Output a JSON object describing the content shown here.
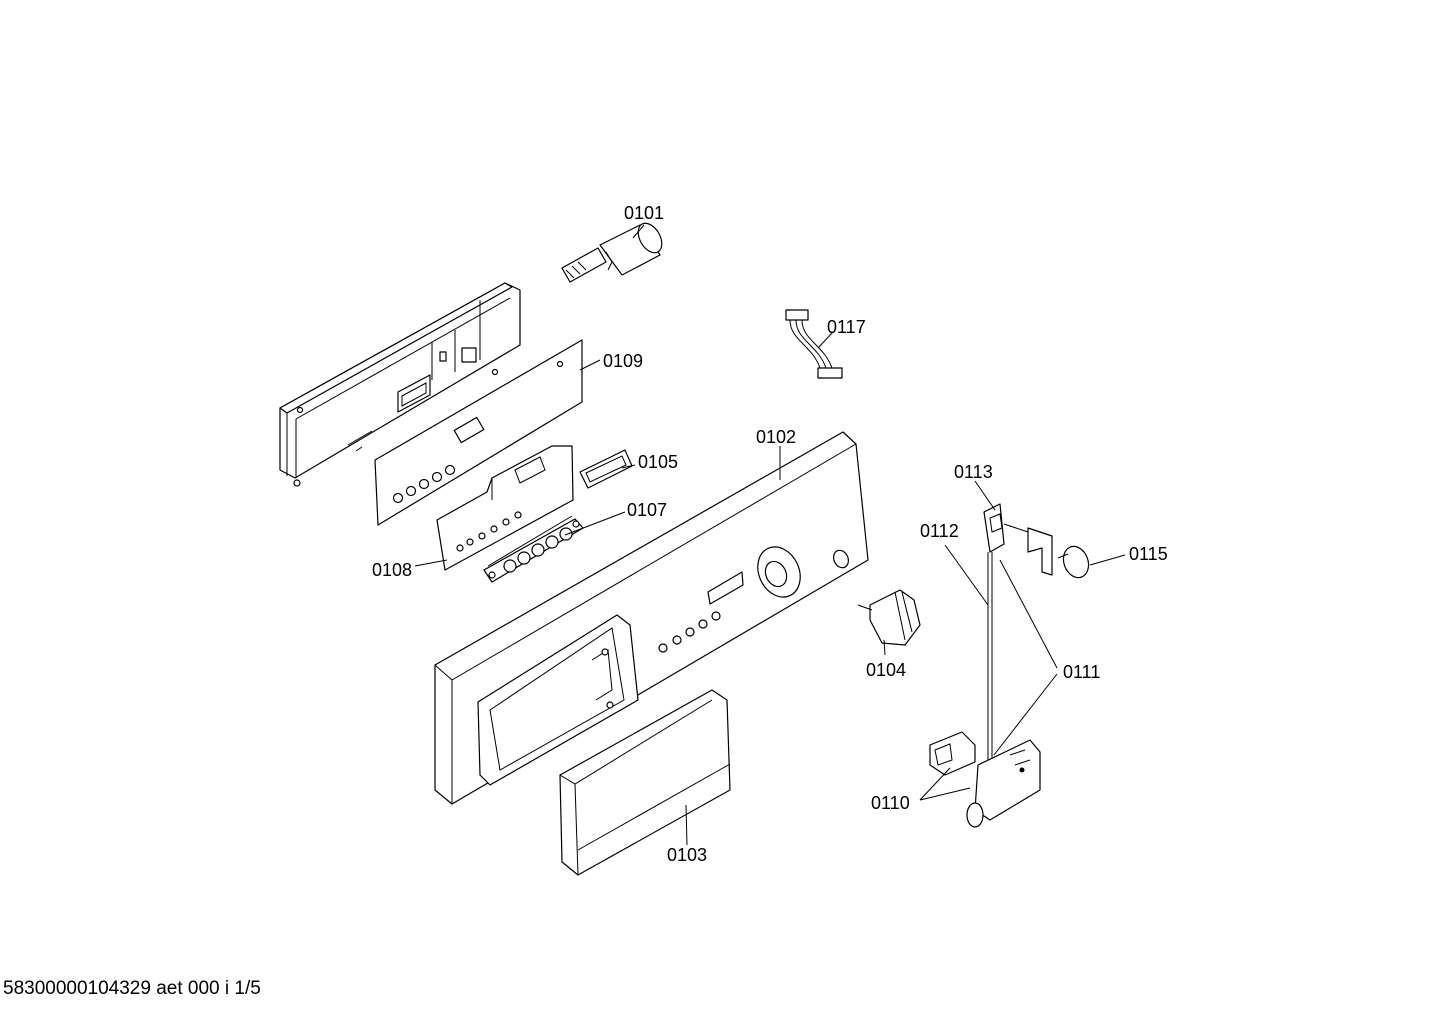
{
  "labels": {
    "p0101": "0101",
    "p0102": "0102",
    "p0103": "0103",
    "p0104": "0104",
    "p0105": "0105",
    "p0107": "0107",
    "p0108": "0108",
    "p0109": "0109",
    "p0110": "0110",
    "p0111": "0111",
    "p0112": "0112",
    "p0113": "0113",
    "p0115": "0115",
    "p0117": "0117"
  },
  "footer": "58300000104329 aet 000 i 1/5"
}
